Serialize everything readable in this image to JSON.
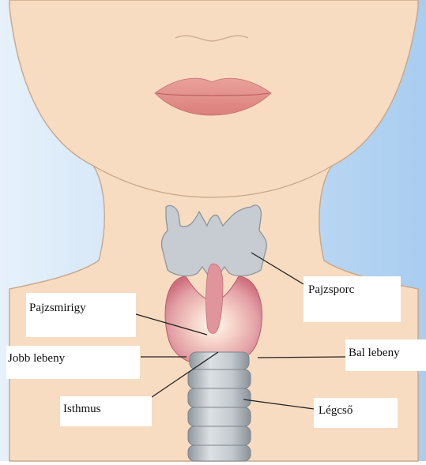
{
  "diagram": {
    "labels": {
      "pajzsporc": "Pajzsporc",
      "pajzsmirigy": "Pajzsmirigy",
      "jobb_lebeny": "Jobb lebeny",
      "bal_lebeny": "Bal lebeny",
      "isthmus": "Isthmus",
      "legcso": "Légcső"
    },
    "colors": {
      "background_sky": "#bcd9f2",
      "skin": "#f7dcc2",
      "skin_outline": "#c9a787",
      "lips": "#e8908a",
      "cartilage": "#c6ccd2",
      "cartilage_outline": "#8d959c",
      "thyroid": "#d9808a",
      "thyroid_center": "#fff6e8",
      "trachea": "#b9bfc5",
      "leader_line": "#222222"
    }
  }
}
